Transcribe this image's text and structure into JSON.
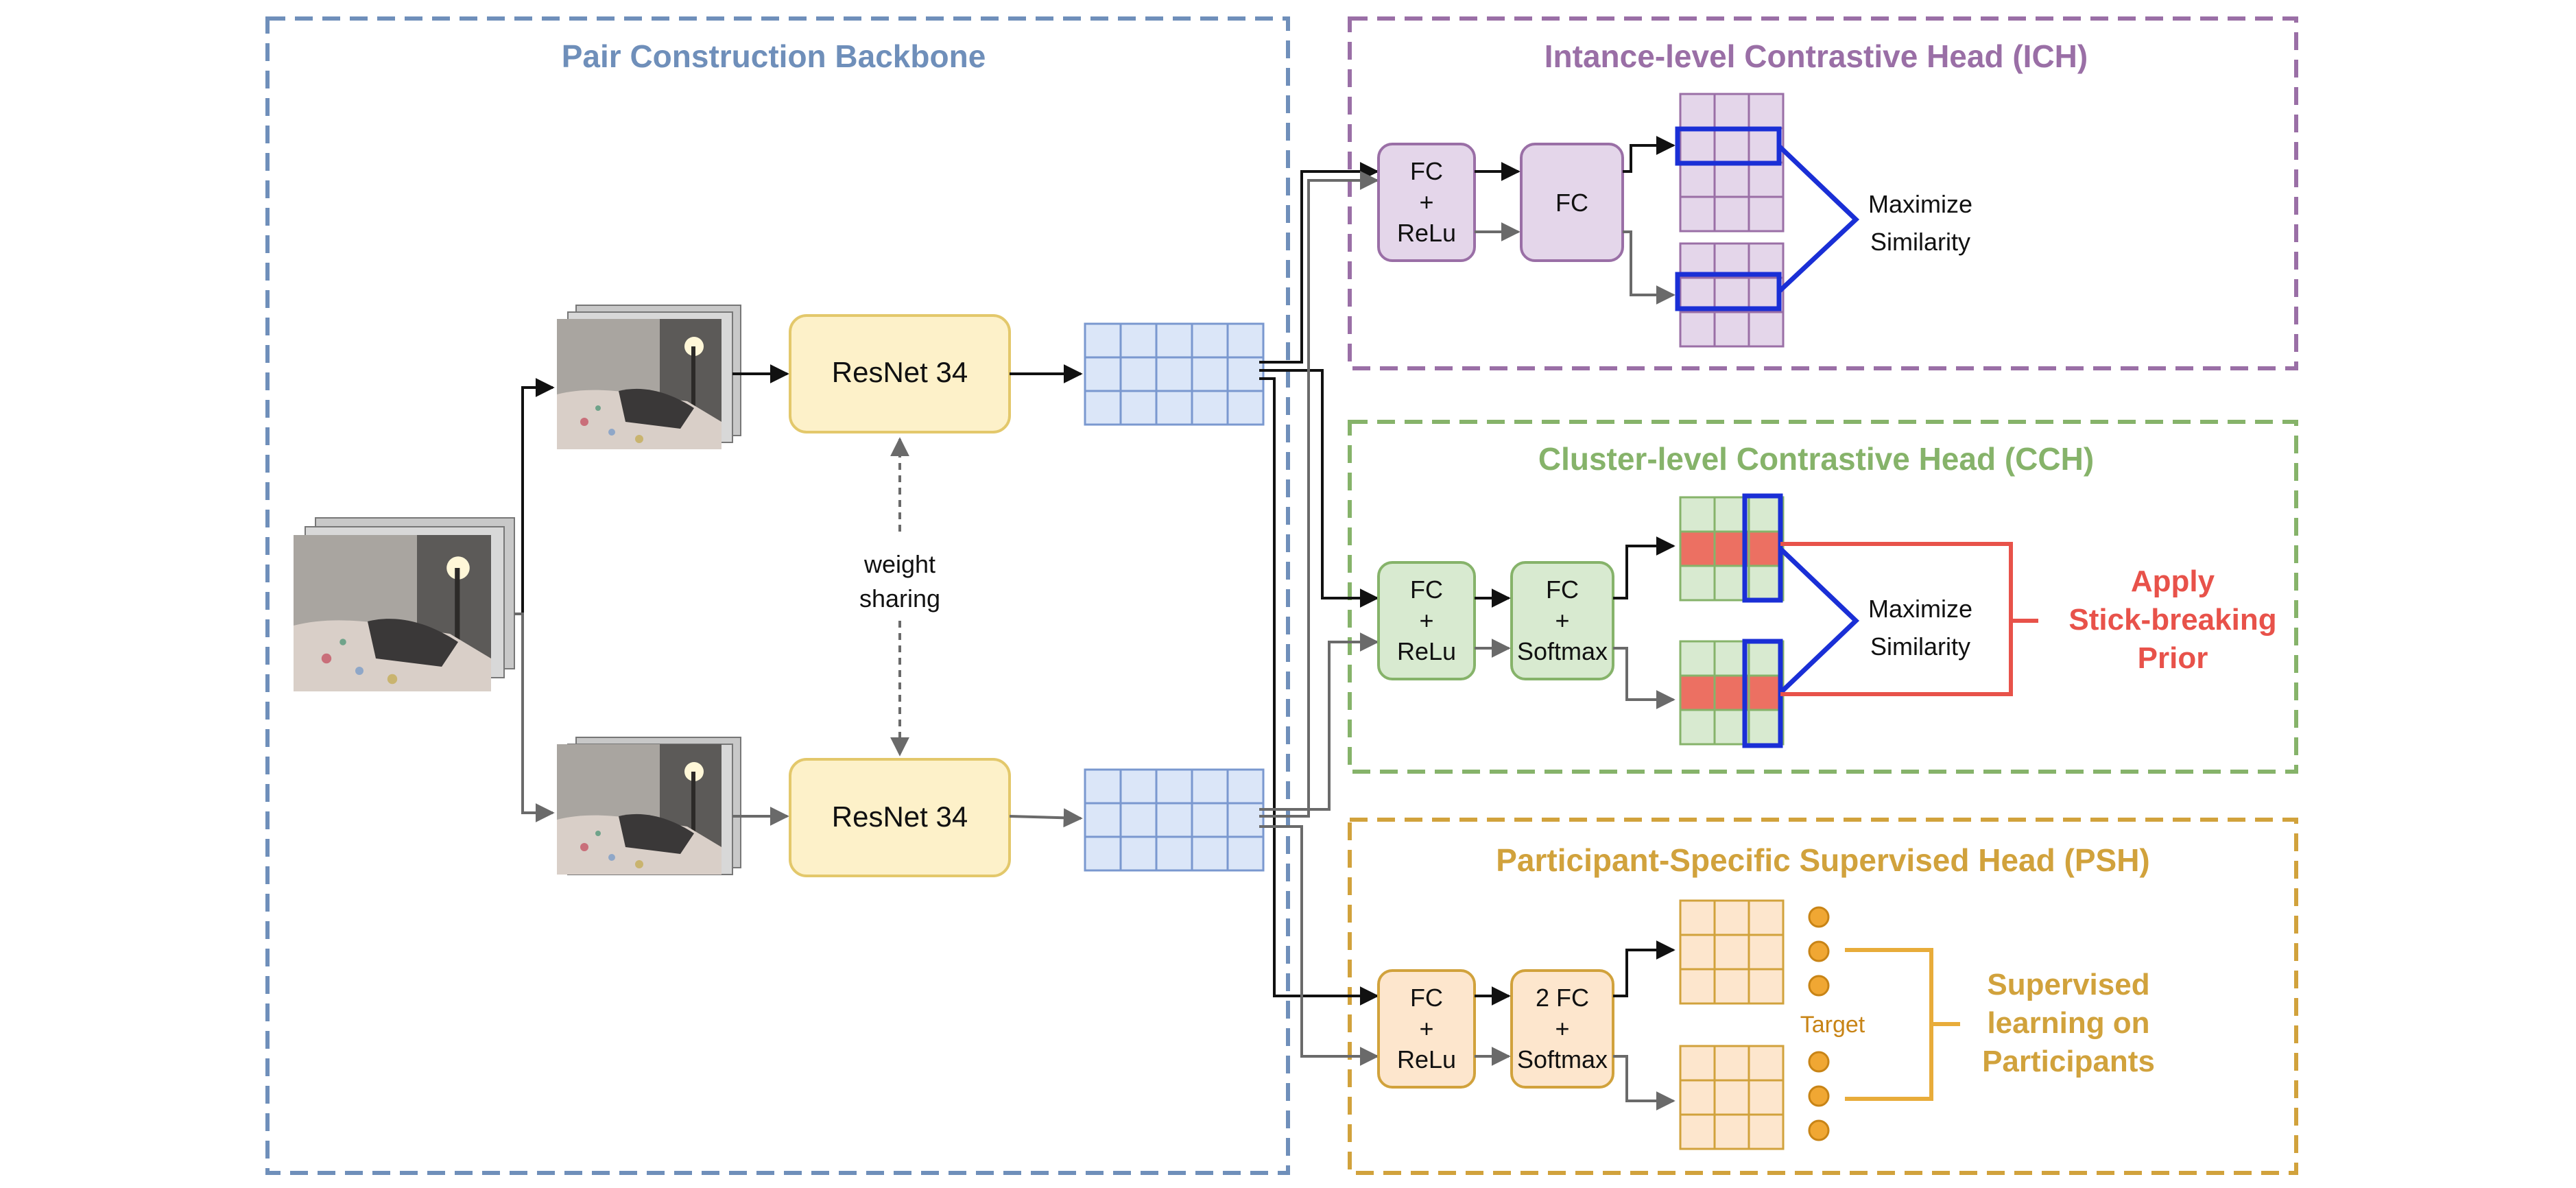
{
  "backbone": {
    "title": "Pair Construction Backbone",
    "encoder_top": "ResNet 34",
    "encoder_bottom": "ResNet 34",
    "weight_sharing_line1": "weight",
    "weight_sharing_line2": "sharing"
  },
  "ich": {
    "title": "Intance-level Contrastive Head (ICH)",
    "fc_relu": [
      "FC",
      "+",
      "ReLu"
    ],
    "fc": "FC",
    "maximize_line1": "Maximize",
    "maximize_line2": "Similarity"
  },
  "cch": {
    "title": "Cluster-level Contrastive Head (CCH)",
    "fc_relu": [
      "FC",
      "+",
      "ReLu"
    ],
    "fc_softmax": [
      "FC",
      "+",
      "Softmax"
    ],
    "maximize_line1": "Maximize",
    "maximize_line2": "Similarity",
    "prior": [
      "Apply",
      "Stick-breaking",
      "Prior"
    ]
  },
  "psh": {
    "title": "Participant-Specific Supervised Head (PSH)",
    "fc_relu": [
      "FC",
      "+",
      "ReLu"
    ],
    "fc_softmax": [
      "2 FC",
      "+",
      "Softmax"
    ],
    "target": "Target",
    "supervised": [
      "Supervised",
      "learning on",
      "Participants"
    ]
  },
  "colors": {
    "backbone": "#6f8fba",
    "ich": "#9a6fa6",
    "cch": "#86b36a",
    "psh": "#d1a23c",
    "prior_red": "#e8524a",
    "similarity_blue": "#1a2fd6",
    "resnet_fill": "#fdf1c9",
    "feature_fill": "#dbe6f8"
  },
  "icons": [
    "bedroom-photo"
  ]
}
